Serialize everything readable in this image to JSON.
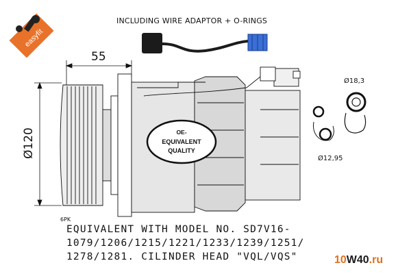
{
  "header": {
    "text": "INCLUDING WIRE ADAPTOR + O-RINGS"
  },
  "dimensions": {
    "width_55": "55",
    "diameter_120": "Ø120",
    "oring_large": "Ø18,3",
    "oring_small": "Ø12,95"
  },
  "stamp": {
    "line1": "OE-",
    "line2": "EQUIVALENT",
    "line3": "QUALITY"
  },
  "belt_label": "6PK",
  "equivalent": {
    "line1": "EQUIVALENT WITH MODEL NO. SD7V16-",
    "line2": "1079/1206/1215/1221/1233/1239/1251/",
    "line3": "1278/1281. CILINDER HEAD \"VQL/VQS\""
  },
  "logo": {
    "text": "easyfit"
  },
  "watermark": {
    "part1": "10",
    "part2": "W40",
    "part3": ".ru"
  },
  "colors": {
    "logo_orange": "#e8722a",
    "plug_blue": "#3a6fd6",
    "ink": "#111111"
  }
}
